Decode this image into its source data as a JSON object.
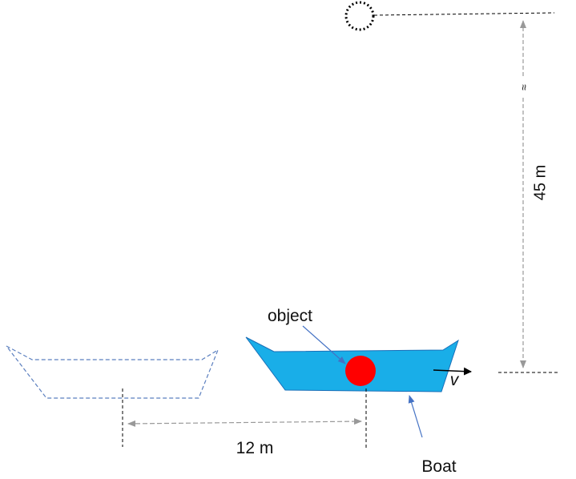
{
  "labels": {
    "object": "object",
    "boat": "Boat",
    "velocity": "v",
    "horizontal_distance": "12 m",
    "vertical_distance": "45 m",
    "break_symbol": "≈"
  },
  "quantities": {
    "horizontal_distance_m": 12,
    "vertical_distance_m": 45
  },
  "colors": {
    "boat_fill": "#19aee8",
    "boat_stroke": "#1a6fb8",
    "object_fill": "#ff0000",
    "ghost_boat_stroke": "#5b7fbf",
    "pointer_arrow": "#4472c4",
    "dimension_arrow": "#999999",
    "line": "#000000"
  }
}
